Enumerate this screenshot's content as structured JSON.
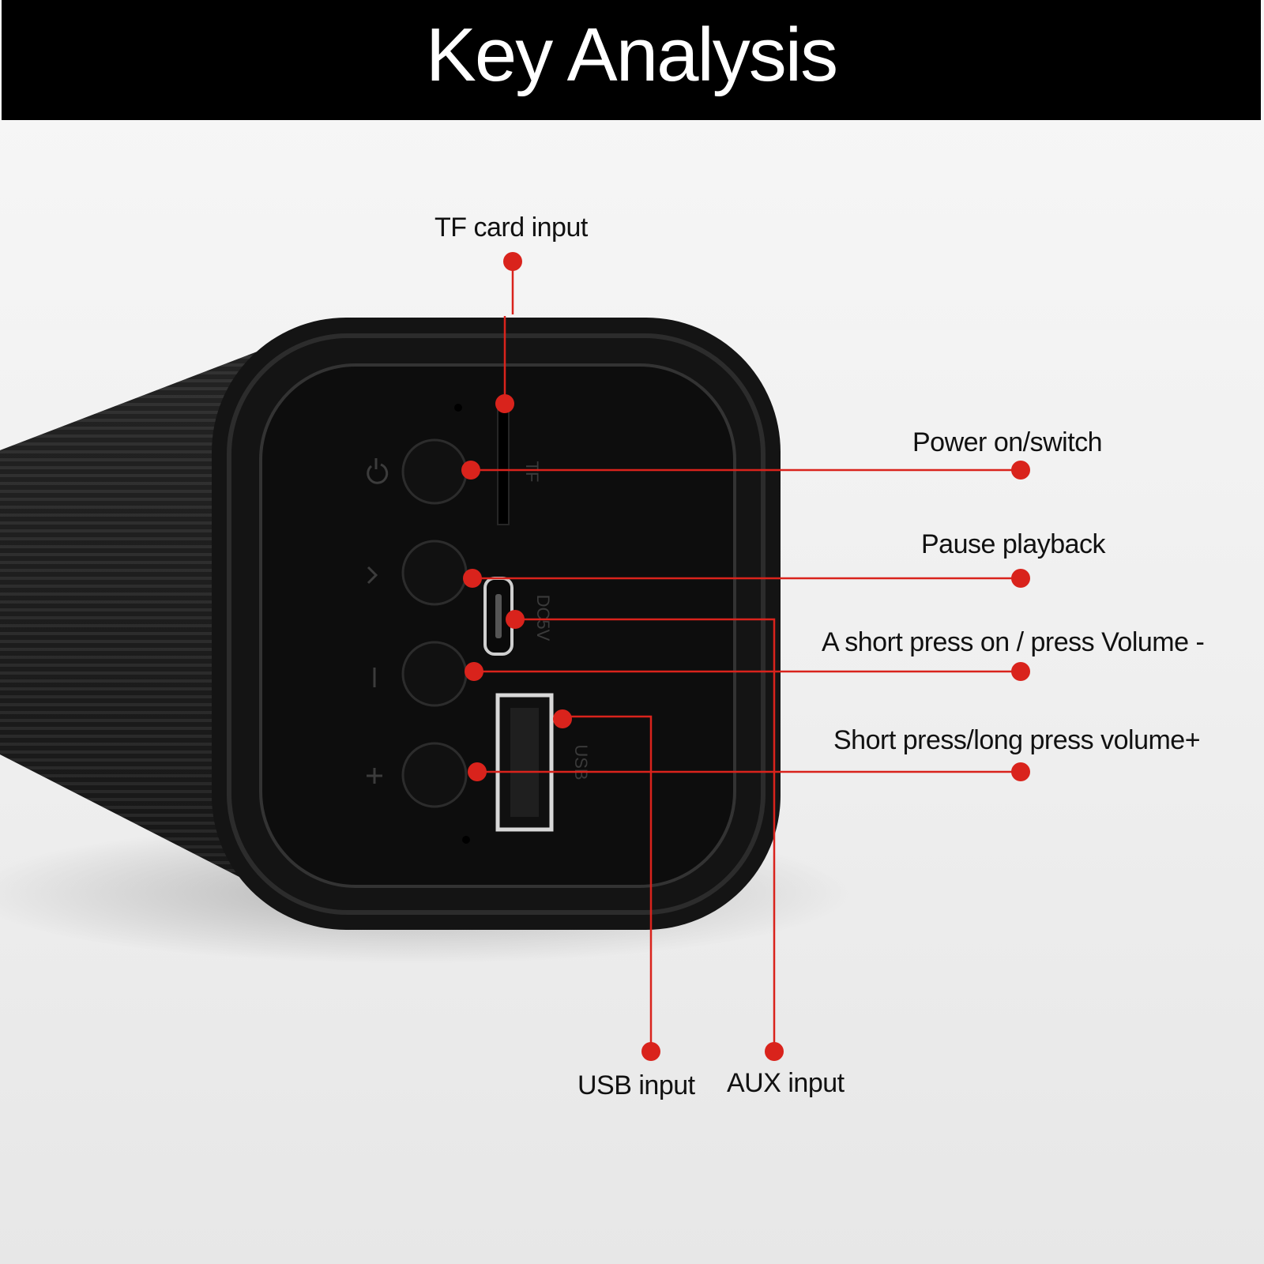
{
  "header": {
    "title": "Key Analysis"
  },
  "callouts": {
    "tf_card": "TF card input",
    "power": "Power on/switch",
    "pause": "Pause playback",
    "volume_down": "A short press on / press Volume -",
    "volume_up": "Short press/long press volume+",
    "usb": "USB input",
    "aux": "AUX input"
  },
  "device_markings": {
    "tf": "TF",
    "dc": "DC5V",
    "usb": "USB",
    "minus": "—",
    "plus": "+"
  },
  "colors": {
    "accent": "#d9231c",
    "device": "#101010",
    "header_bg": "#000000",
    "header_text": "#ffffff"
  }
}
